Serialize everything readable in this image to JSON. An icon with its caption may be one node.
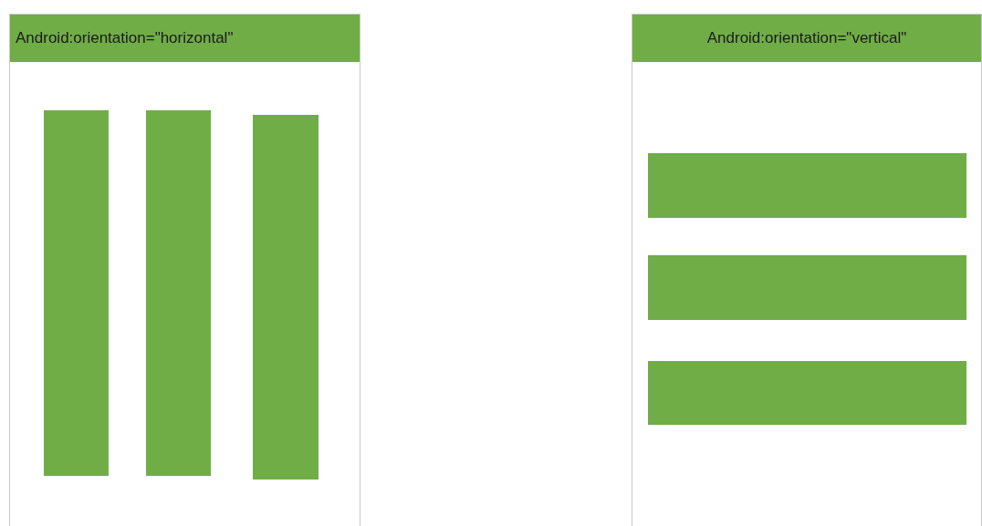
{
  "diagram": {
    "nodes": [
      {
        "text": [
          "Android:orientation=\"horizontal\""
        ]
      },
      {
        "text": [],
        "shape": "bar",
        "in": 0
      },
      {
        "text": [],
        "shape": "bar",
        "in": 0
      },
      {
        "text": [],
        "shape": "bar",
        "in": 0
      },
      {
        "text": [
          "Android:orientation=\"vertical\""
        ]
      },
      {
        "text": [],
        "shape": "bar",
        "in": 4
      },
      {
        "text": [],
        "shape": "bar",
        "in": 4
      },
      {
        "text": [],
        "shape": "bar",
        "in": 4
      }
    ]
  }
}
